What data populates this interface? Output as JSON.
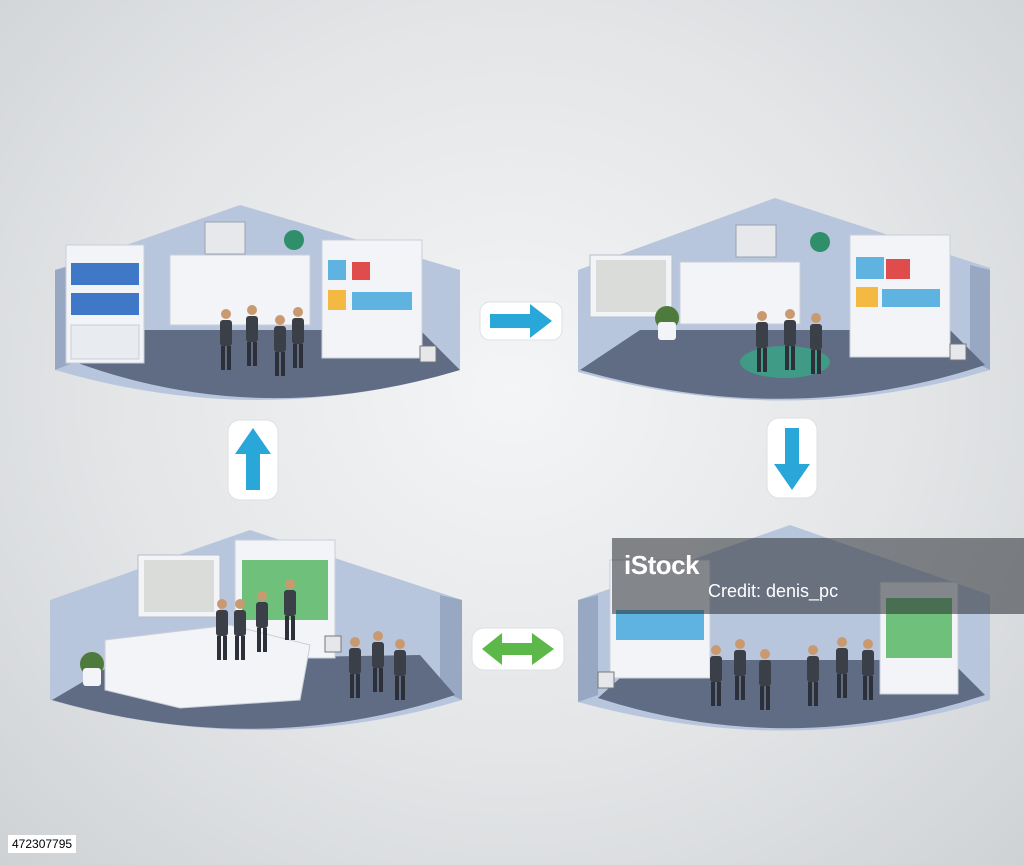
{
  "watermark": {
    "logo_text": "iStock",
    "credit_text": "Credit: denis_pc"
  },
  "image_id": "472307795",
  "colors": {
    "floor": "#5f6c84",
    "wall": "#b8c6dd",
    "wall_side": "#98a8c3",
    "furniture": "#f2f4f7",
    "arrow_blue": "#2aa7d9",
    "arrow_green": "#5cb848"
  },
  "icons": {
    "arrow_right": "arrow-right-icon",
    "arrow_down": "arrow-down-icon",
    "arrow_up": "arrow-up-icon",
    "arrow_both": "arrow-double-icon"
  }
}
